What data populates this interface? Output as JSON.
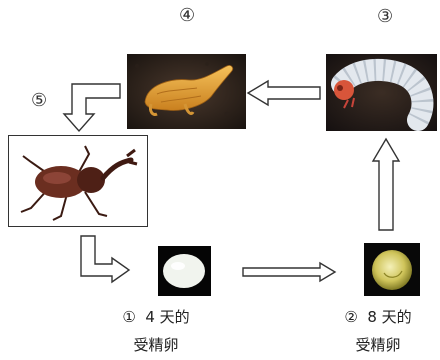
{
  "stages": {
    "s1": {
      "num": "①",
      "line1": "4 天的",
      "line2": "受精卵"
    },
    "s2": {
      "num": "②",
      "line1": "8 天的",
      "line2": "受精卵"
    },
    "s3": {
      "num": "③"
    },
    "s4": {
      "num": "④"
    },
    "s5": {
      "num": "⑤"
    }
  },
  "colors": {
    "soil_dark": "#1d1712",
    "soil_mid": "#3a2c22",
    "pupa": "#e8a532",
    "larva": "#dfe6ee",
    "beetle": "#5a2a1e",
    "egg_white": "#f3f5ef",
    "egg_yellow": "#d7cf6a",
    "arrow_stroke": "#333333"
  }
}
